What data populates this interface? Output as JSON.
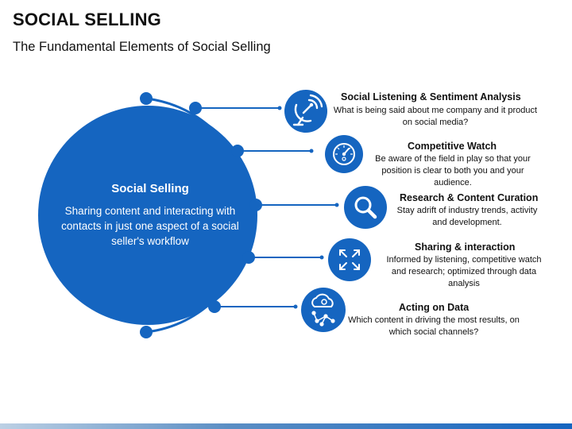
{
  "slide": {
    "title": "SOCIAL SELLING",
    "subtitle": "The Fundamental Elements of Social Selling"
  },
  "hub": {
    "title": "Social Selling",
    "body": "Sharing content and interacting with contacts in just one aspect of a social seller's workflow"
  },
  "items": [
    {
      "title": "Social Listening & Sentiment Analysis",
      "description": "What is being said about me company and it product  on social media?",
      "icon": "satellite-dish-icon"
    },
    {
      "title": "Competitive Watch",
      "description": "Be aware of the field in play so that your position is clear to both you and your audience.",
      "icon": "gauge-icon"
    },
    {
      "title": "Research & Content Curation",
      "description": "Stay adrift of industry trends, activity and development.",
      "icon": "magnifier-icon"
    },
    {
      "title": "Sharing & interaction",
      "description": "Informed by listening, competitive watch and research; optimized through data analysis",
      "icon": "expand-arrows-icon"
    },
    {
      "title": "Acting on Data",
      "description": "Which content in driving the most results, on which social channels?",
      "icon": "cloud-network-icon"
    }
  ],
  "colors": {
    "primary": "#1565c0",
    "hub_fill": "#1565c0",
    "arc": "#1565c0",
    "text": "#111111"
  }
}
